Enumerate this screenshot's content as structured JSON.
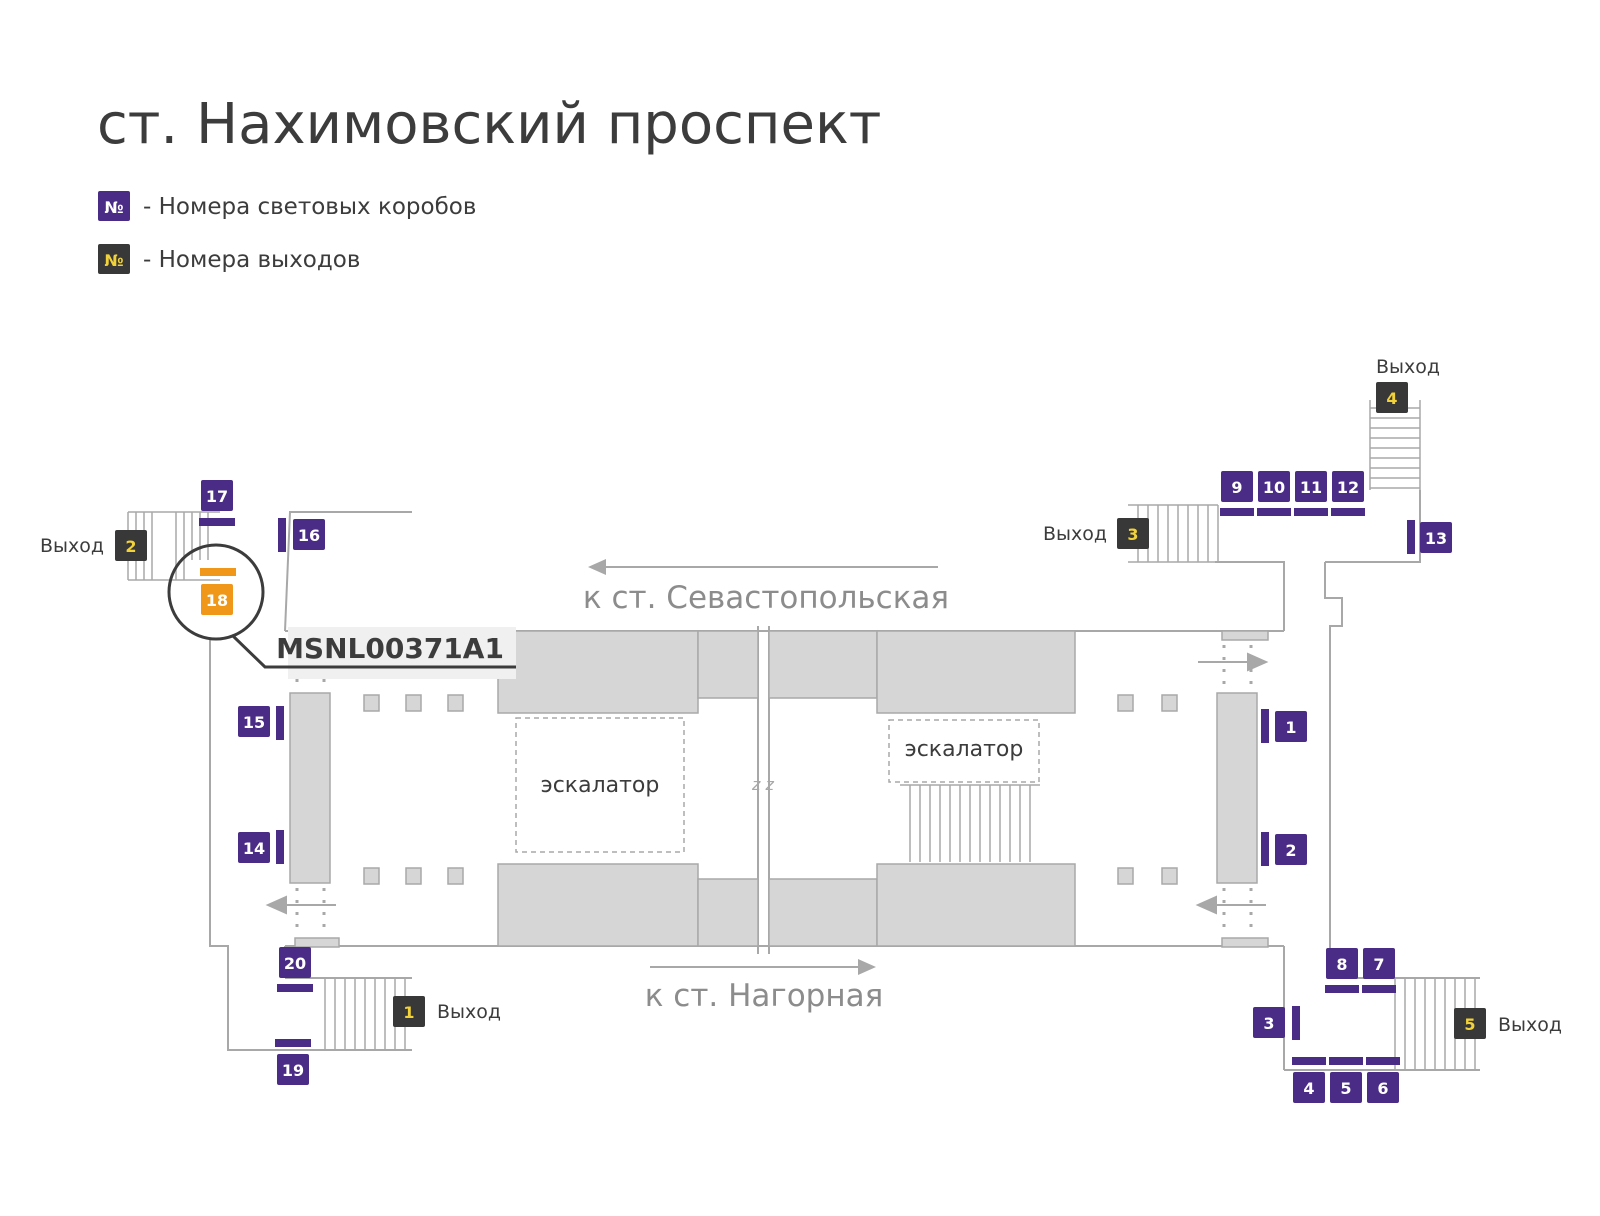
{
  "title": "ст. Нахимовский проспект",
  "legend": [
    {
      "symbol": "№",
      "text": "- Номера световых коробов",
      "color": "#4a2c86",
      "symbol_color": "#ffffff"
    },
    {
      "symbol": "№",
      "text": "- Номера выходов",
      "color": "#383838",
      "symbol_color": "#f2d23a"
    }
  ],
  "directions": {
    "top": "к ст. Севастопольская",
    "bottom": "к ст. Нагорная"
  },
  "escalators": {
    "left": "эскалатор",
    "right": "эскалатор"
  },
  "highlight": {
    "code": "MSNL00371A1",
    "box_number": "18",
    "color": "#f09618"
  },
  "exits": [
    {
      "number": "1",
      "label": "Выход"
    },
    {
      "number": "2",
      "label": "Выход"
    },
    {
      "number": "3",
      "label": "Выход"
    },
    {
      "number": "4",
      "label": "Выход"
    },
    {
      "number": "5",
      "label": "Выход"
    }
  ],
  "lightboxes": [
    "1",
    "2",
    "3",
    "4",
    "5",
    "6",
    "7",
    "8",
    "9",
    "10",
    "11",
    "12",
    "13",
    "14",
    "15",
    "16",
    "17",
    "19",
    "20"
  ],
  "colors": {
    "lightbox": "#4a2c86",
    "exit": "#383838",
    "exit_number": "#f2d23a",
    "walls": "#a8a8a8",
    "blocks": "#d6d6d6"
  }
}
